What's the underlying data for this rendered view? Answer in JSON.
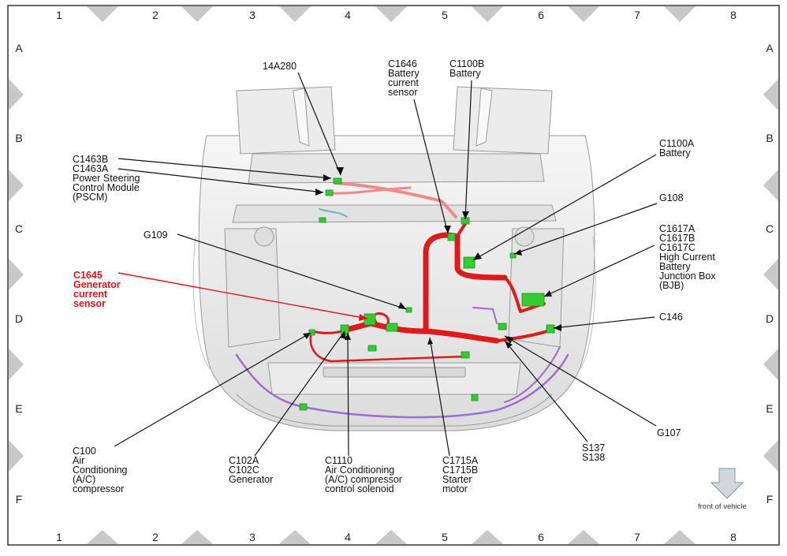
{
  "grid": {
    "columns": [
      "1",
      "2",
      "3",
      "4",
      "5",
      "6",
      "7",
      "8"
    ],
    "rows": [
      "A",
      "B",
      "C",
      "D",
      "E",
      "F"
    ]
  },
  "callouts": [
    {
      "id": "14A280",
      "lines": [
        "14A280"
      ],
      "highlight": false
    },
    {
      "id": "C1646",
      "lines": [
        "C1646",
        "Battery",
        "current",
        "sensor"
      ],
      "highlight": false
    },
    {
      "id": "C1100B",
      "lines": [
        "C1100B",
        "Battery"
      ],
      "highlight": false
    },
    {
      "id": "C1463",
      "lines": [
        "C1463B",
        "C1463A",
        "Power Steering",
        "Control Module",
        "(PSCM)"
      ],
      "highlight": false
    },
    {
      "id": "C1100A",
      "lines": [
        "C1100A",
        "Battery"
      ],
      "highlight": false
    },
    {
      "id": "G108",
      "lines": [
        "G108"
      ],
      "highlight": false
    },
    {
      "id": "G109",
      "lines": [
        "G109"
      ],
      "highlight": false
    },
    {
      "id": "C1617",
      "lines": [
        "C1617A",
        "C1617B",
        "C1617C",
        "High Current",
        "Battery",
        "Junction Box",
        "(BJB)"
      ],
      "highlight": false
    },
    {
      "id": "C1645",
      "lines": [
        "C1645",
        "Generator",
        "current",
        "sensor"
      ],
      "highlight": true
    },
    {
      "id": "C146",
      "lines": [
        "C146"
      ],
      "highlight": false
    },
    {
      "id": "G107",
      "lines": [
        "G107"
      ],
      "highlight": false
    },
    {
      "id": "S137",
      "lines": [
        "S137",
        "S138"
      ],
      "highlight": false
    },
    {
      "id": "C100",
      "lines": [
        "C100",
        "Air",
        "Conditioning",
        "(A/C)",
        "compressor"
      ],
      "highlight": false
    },
    {
      "id": "C102",
      "lines": [
        "C102A",
        "C102C",
        "Generator"
      ],
      "highlight": false
    },
    {
      "id": "C1110",
      "lines": [
        "C1110",
        "Air Conditioning",
        "(A/C) compressor",
        "control solenoid"
      ],
      "highlight": false
    },
    {
      "id": "C1715",
      "lines": [
        "C1715A",
        "C1715B",
        "Starter",
        "motor"
      ],
      "highlight": false
    }
  ],
  "front_of_vehicle": "front of vehicle",
  "colors": {
    "harness_main": "#e01a1a",
    "harness_light": "#f08a8a",
    "connector": "#33cc33",
    "purple_wire": "#9a6fd0",
    "body_line": "#9a9a9a",
    "highlight_text": "#e0141c",
    "border": "#333333",
    "grid_marker": "#c8c8c8"
  }
}
